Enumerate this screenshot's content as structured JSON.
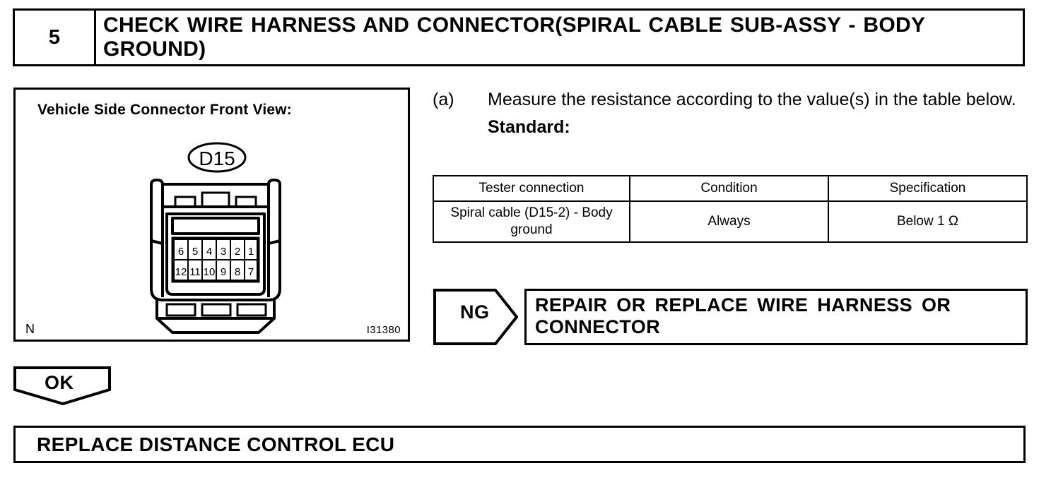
{
  "step": {
    "number": "5",
    "title": "CHECK WIRE HARNESS AND CONNECTOR(SPIRAL CABLE SUB-ASSY - BODY GROUND)"
  },
  "figure": {
    "caption": "Vehicle Side Connector Front View:",
    "connector_label": "D15",
    "corner_mark": "N",
    "figure_code": "I31380",
    "pins_top": [
      "6",
      "5",
      "4",
      "3",
      "2",
      "1"
    ],
    "pins_bottom": [
      "12",
      "11",
      "10",
      "9",
      "8",
      "7"
    ]
  },
  "instruction": {
    "label": "(a)",
    "text": "Measure the resistance according to the value(s) in the table below.",
    "standard_label": "Standard:"
  },
  "spec_table": {
    "headers": [
      "Tester connection",
      "Condition",
      "Specification"
    ],
    "rows": [
      {
        "tester_connection": "Spiral cable (D15-2) - Body ground",
        "condition": "Always",
        "specification": "Below 1 Ω"
      }
    ]
  },
  "ng_branch": {
    "label": "NG",
    "action": "REPAIR OR REPLACE WIRE HARNESS OR CONNECTOR"
  },
  "ok_branch": {
    "label": "OK"
  },
  "result": {
    "action": "REPLACE DISTANCE CONTROL ECU"
  },
  "colors": {
    "ink": "#000000",
    "paper": "#ffffff"
  }
}
